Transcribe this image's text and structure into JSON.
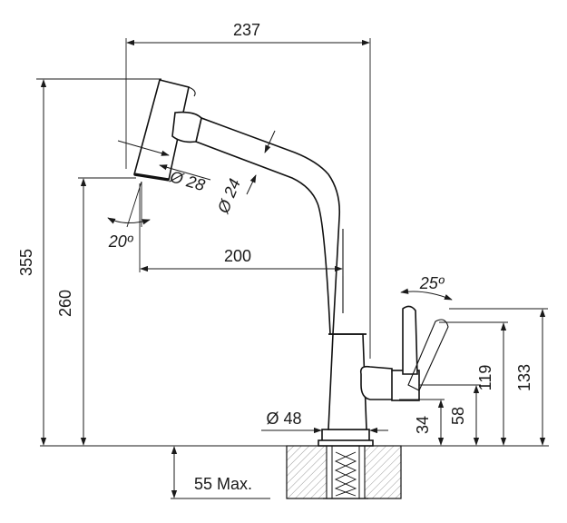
{
  "dimensions": {
    "overall_width": "237",
    "overall_height": "355",
    "spout_height": "260",
    "spout_reach": "200",
    "head_diameter": "Ø 28",
    "spout_diameter": "Ø 24",
    "head_angle": "20º",
    "lever_angle": "25º",
    "base_diameter": "Ø 48",
    "lever_height_133": "133",
    "lever_height_119": "119",
    "lever_height_58": "58",
    "lever_height_34": "34",
    "counter_thickness": "55 Max."
  }
}
